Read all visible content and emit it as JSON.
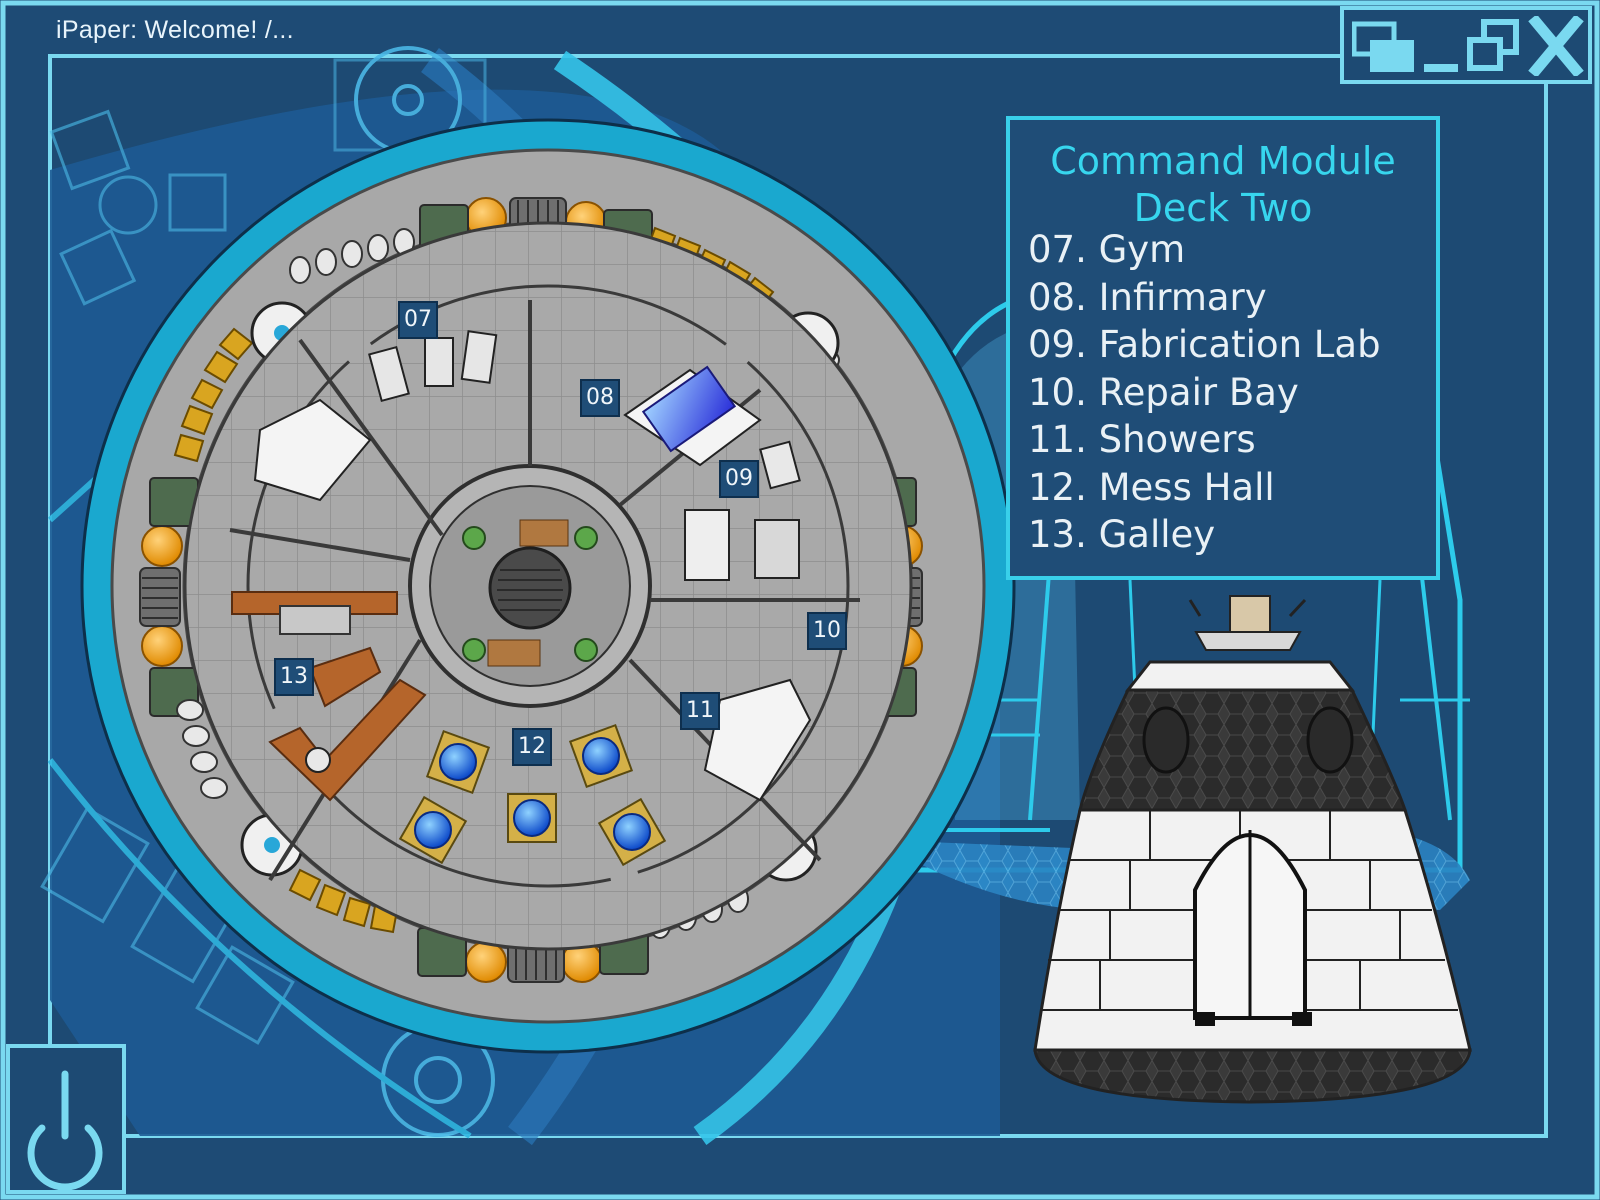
{
  "window": {
    "title": "iPaper: Welcome! /...",
    "controls": {
      "switch_windows_icon": "windows-stack-icon",
      "minimize_icon": "minimize-icon",
      "restore_icon": "restore-icon",
      "close_icon": "close-icon"
    }
  },
  "legend": {
    "title_line1": "Command Module",
    "title_line2": "Deck Two",
    "items": [
      {
        "number": "07.",
        "name": "Gym"
      },
      {
        "number": "08.",
        "name": "Infirmary"
      },
      {
        "number": "09.",
        "name": "Fabrication Lab"
      },
      {
        "number": "10.",
        "name": "Repair Bay"
      },
      {
        "number": "11.",
        "name": "Showers"
      },
      {
        "number": "12.",
        "name": "Mess Hall"
      },
      {
        "number": "13.",
        "name": "Galley"
      }
    ]
  },
  "map": {
    "room_labels": [
      "07",
      "08",
      "09",
      "10",
      "11",
      "12",
      "13"
    ]
  },
  "power": {
    "icon": "power-icon"
  },
  "colors": {
    "background": "#1e4b75",
    "accent_cyan": "#39d0ea",
    "ring": "#1aa8cf",
    "deck_floor": "#a7a7a7",
    "label_box": "#1f4d77"
  }
}
